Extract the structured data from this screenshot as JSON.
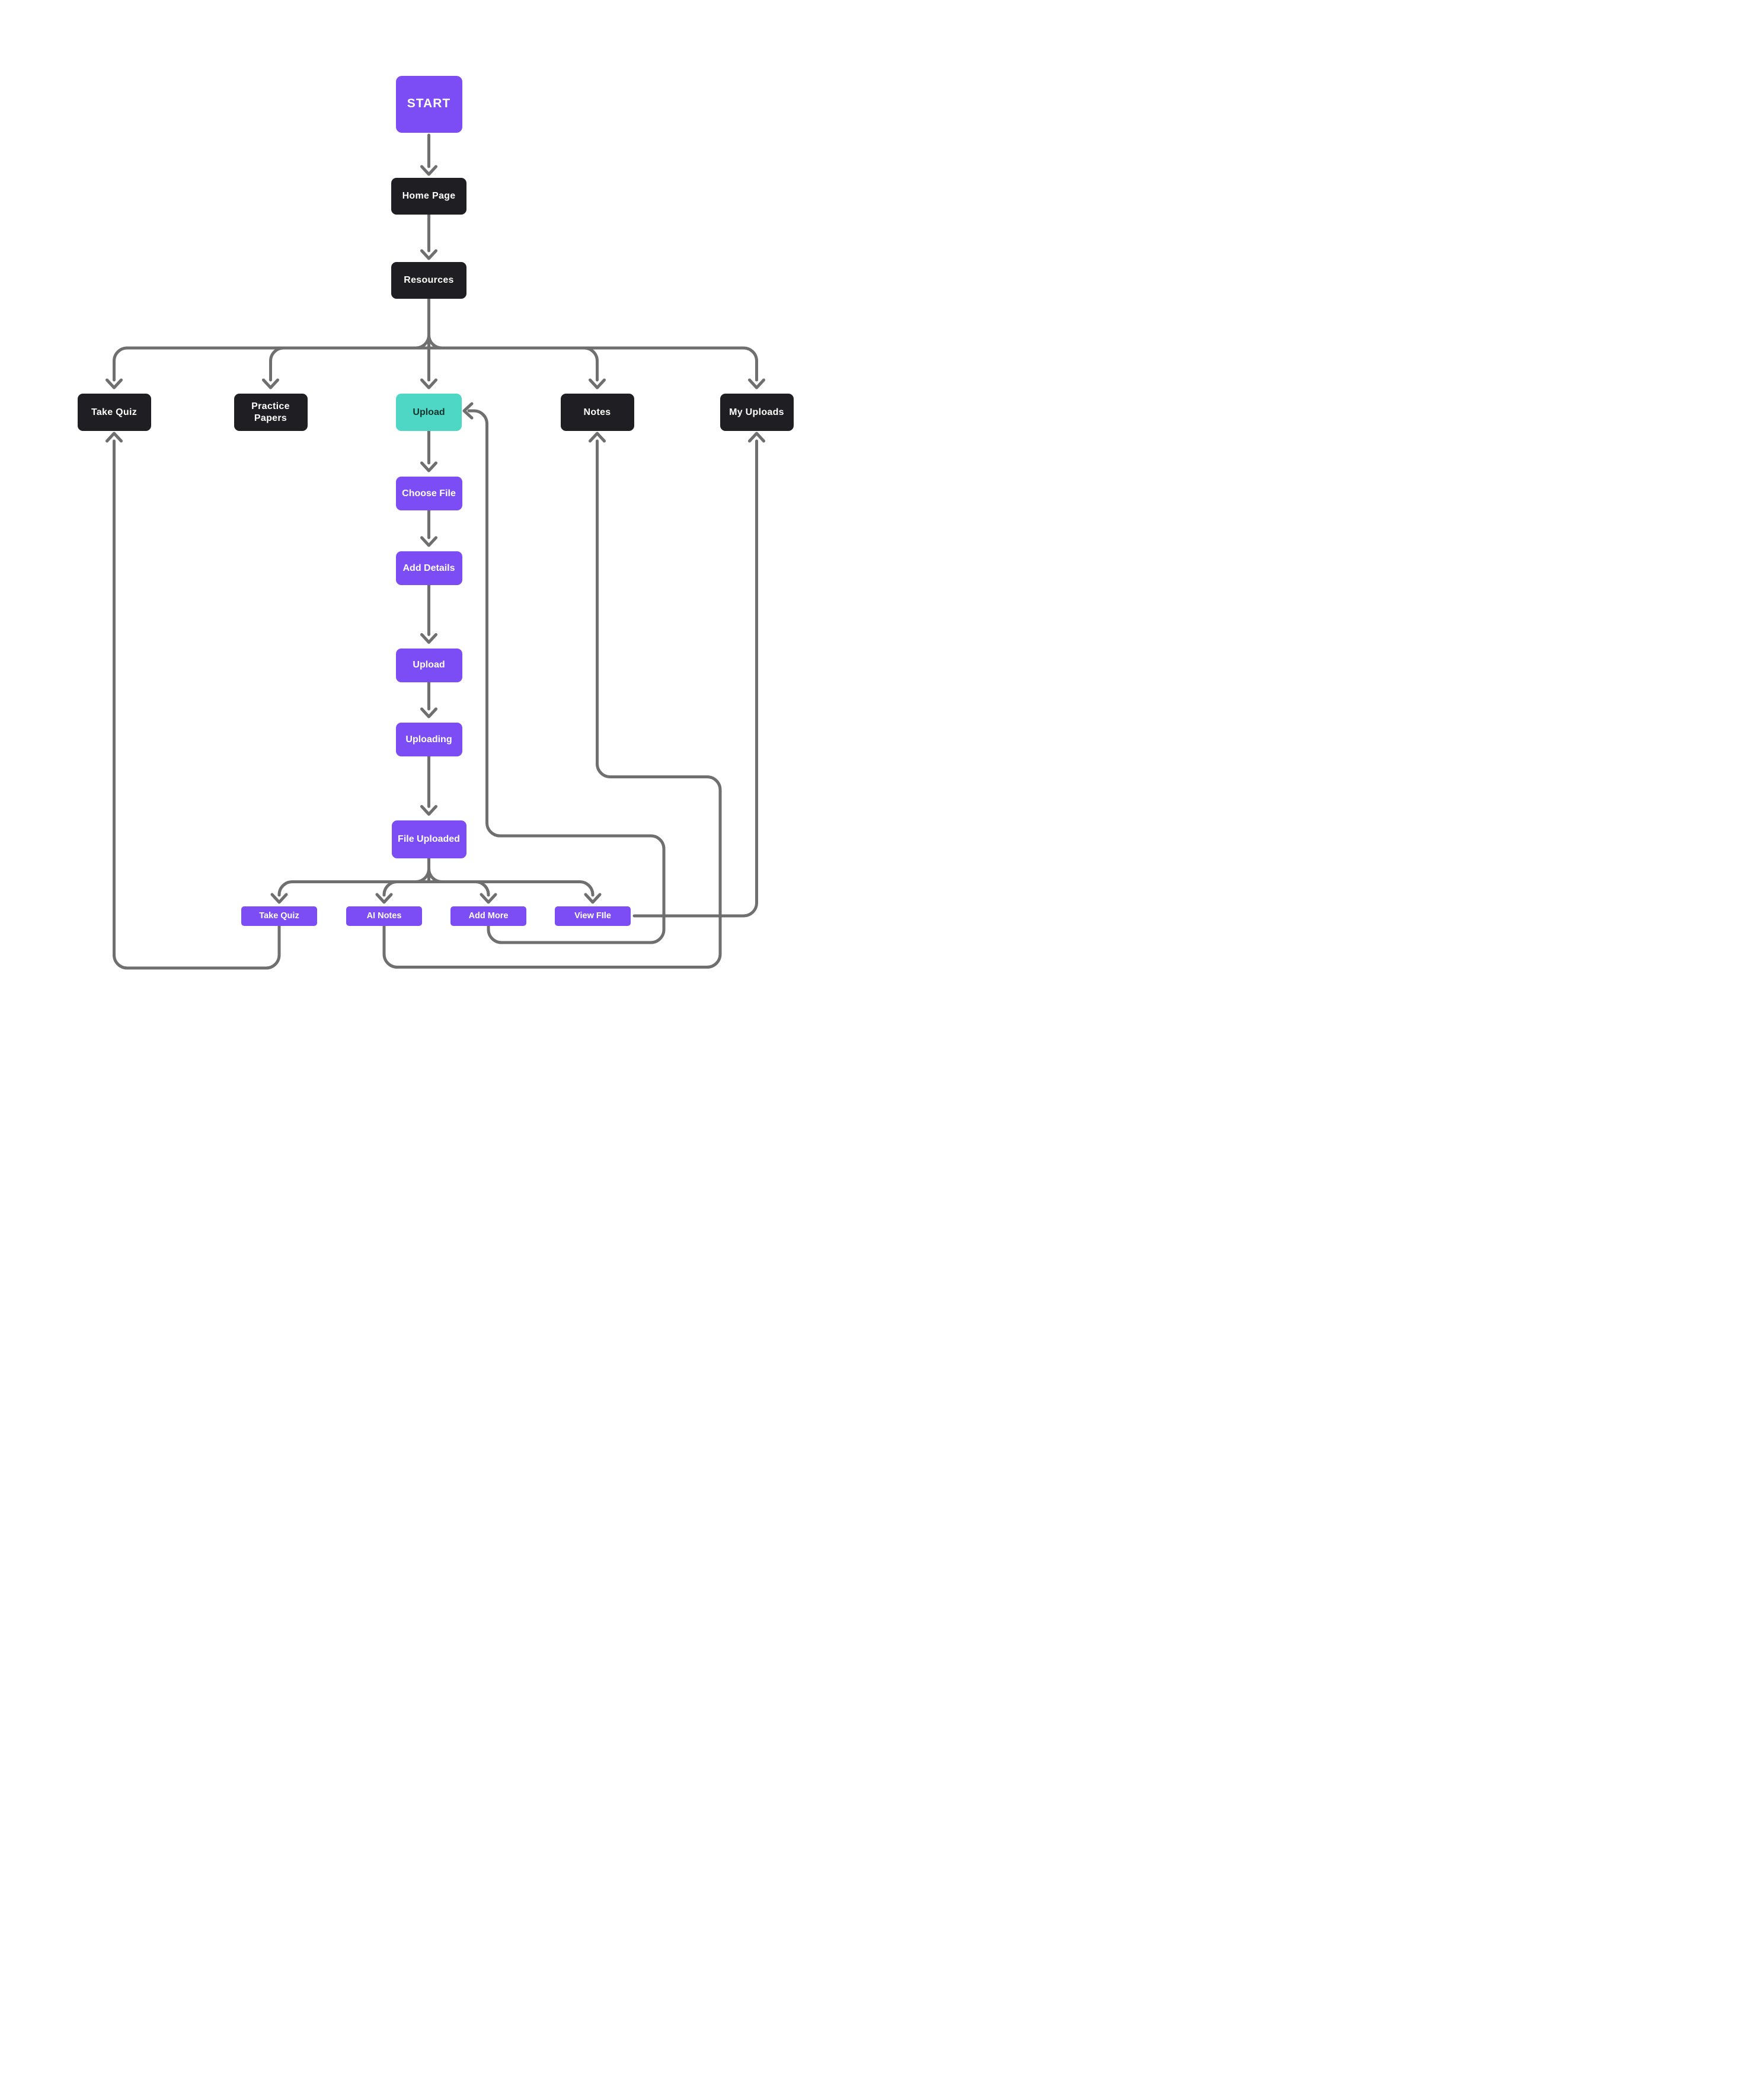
{
  "diagram": {
    "title_hint": "app flow: resources upload flowchart",
    "colors": {
      "background": "#FFFFFF",
      "accent_purple": "#7C4CF5",
      "dark_node": "#1F1E22",
      "teal_highlight": "#4FD7C5",
      "teal_text": "#10332E",
      "connector_gray": "#6F6F6F",
      "node_text": "#FFFFFF"
    },
    "nodes": {
      "start": {
        "label": "START",
        "type": "start",
        "color": "#7C4CF5"
      },
      "home_page": {
        "label": "Home Page",
        "type": "page",
        "color": "#1F1E22"
      },
      "resources": {
        "label": "Resources",
        "type": "page",
        "color": "#1F1E22"
      },
      "take_quiz": {
        "label": "Take Quiz",
        "type": "page",
        "color": "#1F1E22"
      },
      "practice_papers": {
        "label": "Practice Papers",
        "type": "page",
        "color": "#1F1E22"
      },
      "upload": {
        "label": "Upload",
        "type": "highlighted",
        "color": "#4FD7C5"
      },
      "notes": {
        "label": "Notes",
        "type": "page",
        "color": "#1F1E22"
      },
      "my_uploads": {
        "label": "My Uploads",
        "type": "page",
        "color": "#1F1E22"
      },
      "choose_file": {
        "label": "Choose File",
        "type": "step",
        "color": "#7C4CF5"
      },
      "add_details": {
        "label": "Add Details",
        "type": "step",
        "color": "#7C4CF5"
      },
      "upload_action": {
        "label": "Upload",
        "type": "step",
        "color": "#7C4CF5"
      },
      "uploading": {
        "label": "Uploading",
        "type": "step",
        "color": "#7C4CF5"
      },
      "file_uploaded": {
        "label": "File Uploaded",
        "type": "step",
        "color": "#7C4CF5"
      },
      "take_quiz_2": {
        "label": "Take Quiz",
        "type": "action",
        "color": "#7C4CF5"
      },
      "ai_notes": {
        "label": "AI Notes",
        "type": "action",
        "color": "#7C4CF5"
      },
      "add_more": {
        "label": "Add More",
        "type": "action",
        "color": "#7C4CF5"
      },
      "view_file": {
        "label": "View FIle",
        "type": "action",
        "color": "#7C4CF5"
      }
    },
    "edges": [
      {
        "from": "start",
        "to": "home_page"
      },
      {
        "from": "home_page",
        "to": "resources"
      },
      {
        "from": "resources",
        "to": "take_quiz"
      },
      {
        "from": "resources",
        "to": "practice_papers"
      },
      {
        "from": "resources",
        "to": "upload"
      },
      {
        "from": "resources",
        "to": "notes"
      },
      {
        "from": "resources",
        "to": "my_uploads"
      },
      {
        "from": "upload",
        "to": "choose_file"
      },
      {
        "from": "choose_file",
        "to": "add_details"
      },
      {
        "from": "add_details",
        "to": "upload_action"
      },
      {
        "from": "upload_action",
        "to": "uploading"
      },
      {
        "from": "uploading",
        "to": "file_uploaded"
      },
      {
        "from": "file_uploaded",
        "to": "take_quiz_2"
      },
      {
        "from": "file_uploaded",
        "to": "ai_notes"
      },
      {
        "from": "file_uploaded",
        "to": "add_more"
      },
      {
        "from": "file_uploaded",
        "to": "view_file"
      },
      {
        "from": "take_quiz_2",
        "to": "take_quiz"
      },
      {
        "from": "ai_notes",
        "to": "notes"
      },
      {
        "from": "add_more",
        "to": "upload"
      },
      {
        "from": "view_file",
        "to": "my_uploads"
      }
    ]
  }
}
